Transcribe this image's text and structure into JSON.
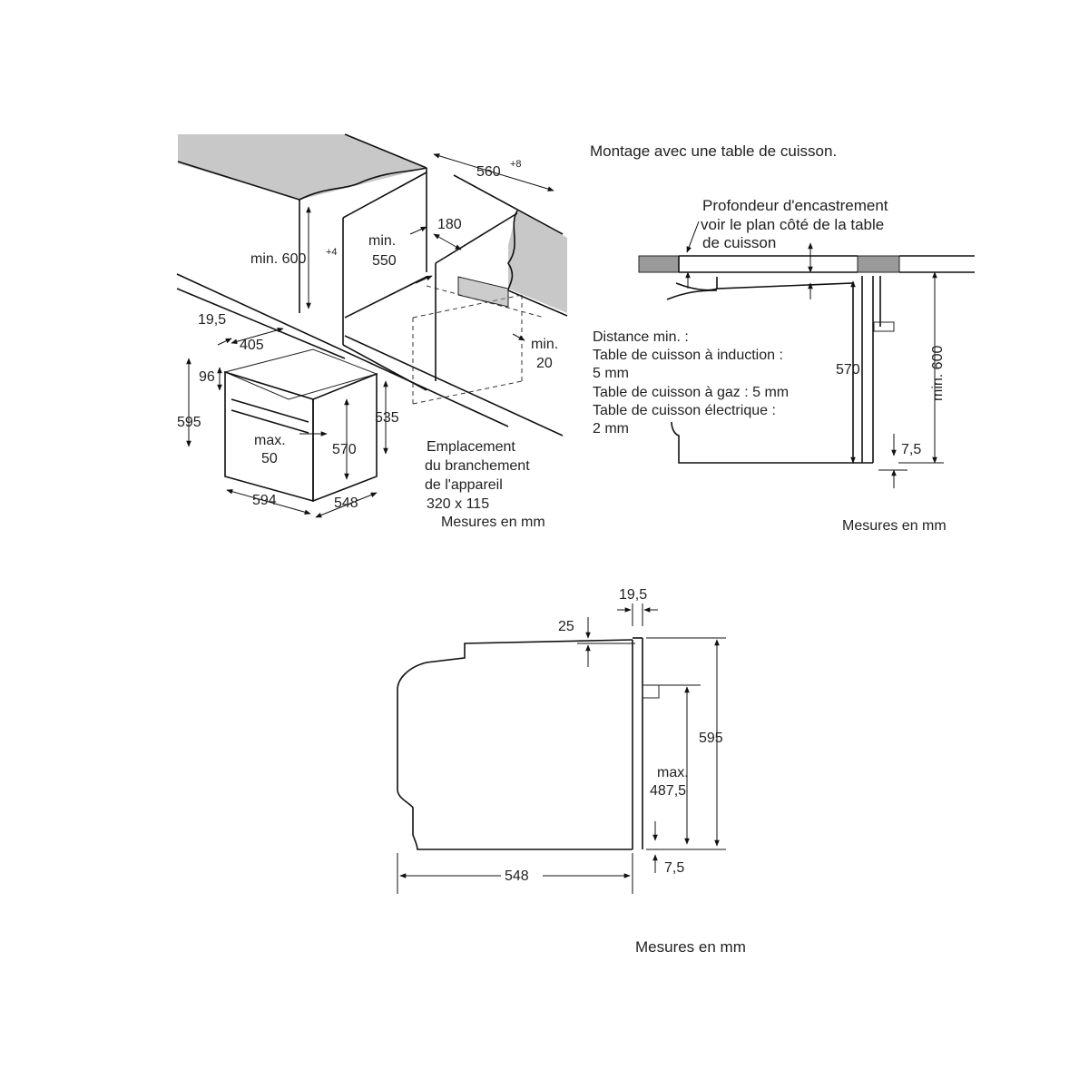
{
  "top_left": {
    "dim_560": "560",
    "dim_560_sup": "+8",
    "dim_min600": "min. 600",
    "dim_min600_sup": "+4",
    "dim_min550_a": "min.",
    "dim_min550_b": "550",
    "dim_180": "180",
    "dim_19_5": "19,5",
    "dim_405": "405",
    "dim_96": "96",
    "dim_595": "595",
    "dim_535": "535",
    "dim_570": "570",
    "dim_max50_a": "max.",
    "dim_max50_b": "50",
    "dim_594": "594",
    "dim_548": "548",
    "dim_min20_a": "min.",
    "dim_min20_b": "20",
    "note_1": "Emplacement",
    "note_2": "du branchement",
    "note_3": "de l'appareil",
    "note_4": "320 x 115",
    "units": "Mesures en mm"
  },
  "top_right": {
    "title": "Montage avec une table de cuisson.",
    "label_1": "Profondeur d'encastrement",
    "label_2": "voir le plan côté de la table",
    "label_3": "de cuisson",
    "dist_1": "Distance min. :",
    "dist_2": "Table de cuisson à induction :",
    "dist_3": "5 mm",
    "dist_4": "Table de cuisson à gaz : 5 mm",
    "dist_5": "Table de cuisson électrique :",
    "dist_6": "2 mm",
    "dim_570": "570",
    "dim_min600": "min. 600",
    "dim_7_5": "7,5",
    "units": "Mesures en mm"
  },
  "bottom": {
    "dim_19_5": "19,5",
    "dim_25": "25",
    "dim_595": "595",
    "dim_max_a": "max.",
    "dim_max_b": "487,5",
    "dim_548": "548",
    "dim_7_5": "7,5",
    "units": "Mesures en mm"
  }
}
